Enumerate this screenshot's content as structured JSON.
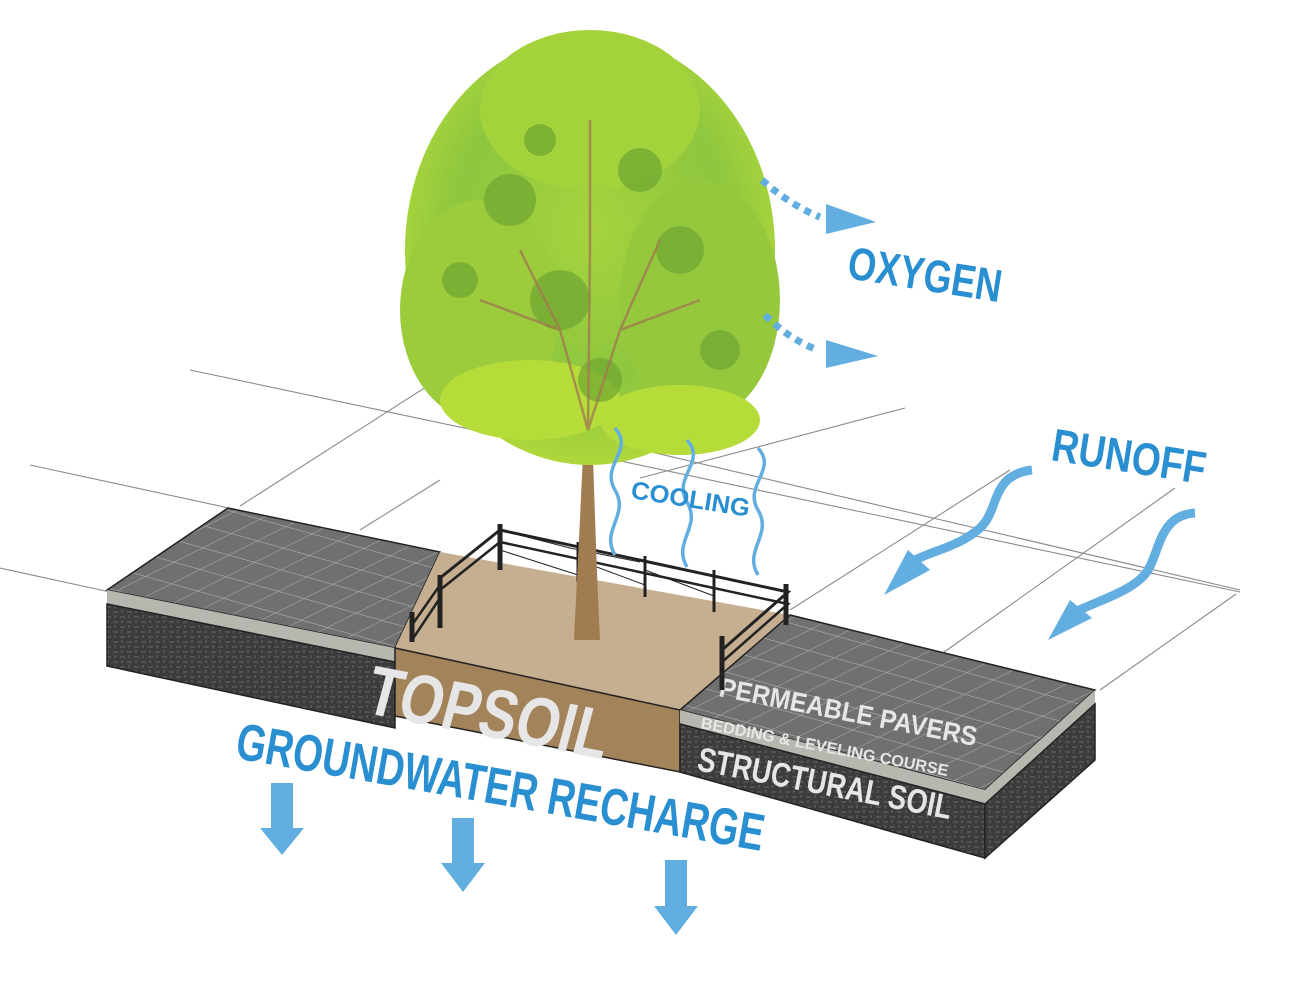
{
  "diagram": {
    "title": "Street tree green infrastructure benefits",
    "colors": {
      "label_blue": "#2a8fd0",
      "arrow_blue": "#62aee0",
      "foliage_light": "#b6dc3a",
      "foliage_mid": "#8ec63f",
      "foliage_dark": "#6fa532",
      "trunk": "#a07c50",
      "topsoil_face": "#a3835a",
      "topsoil_top": "#c6ae90",
      "paver_top": "#707070",
      "paver_grid": "#a8a8a8",
      "bedding": "#b7b7b0",
      "structural_soil": "#3c3c3c",
      "fence": "#222222",
      "ground_lines": "#8a8a8a",
      "soil_text": "#e6e6e6"
    },
    "labels": {
      "oxygen": "OXYGEN",
      "cooling": "COOLING",
      "runoff": "RUNOFF",
      "topsoil": "TOPSOIL",
      "permeable_pavers": "PERMEABLE PAVERS",
      "bedding_course": "BEDDING & LEVELING COURSE",
      "structural_soil": "STRUCTURAL SOIL",
      "groundwater_recharge": "GROUNDWATER RECHARGE"
    }
  }
}
